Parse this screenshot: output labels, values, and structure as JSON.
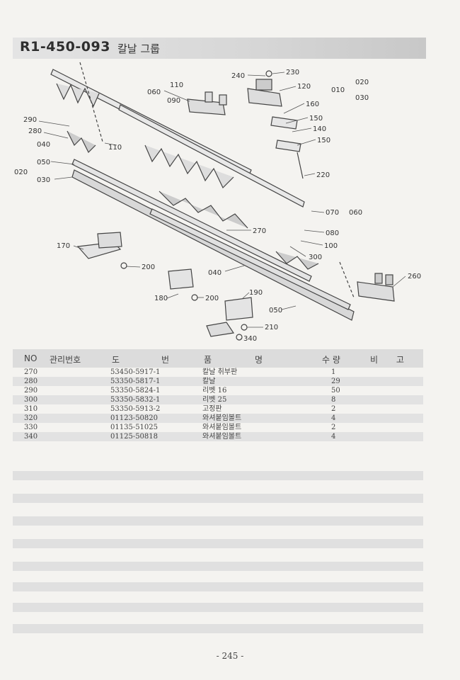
{
  "header": {
    "code": "R1-450-093",
    "name": "칼날 그룹"
  },
  "table": {
    "headers": {
      "no": "NO",
      "mgmt": "관리번호",
      "do": "도",
      "beon": "번",
      "pum": "품",
      "myeong": "명",
      "sury": "수 량",
      "bigo": "비 고"
    },
    "rows": [
      {
        "no": "270",
        "part": "53450-5917-1",
        "name": "칼날 취부판",
        "qty": "1"
      },
      {
        "no": "280",
        "part": "53350-5817-1",
        "name": "칼날",
        "qty": "29"
      },
      {
        "no": "290",
        "part": "53350-5824-1",
        "name": "리벳 16",
        "qty": "50"
      },
      {
        "no": "300",
        "part": "53350-5832-1",
        "name": "리벳 25",
        "qty": "8"
      },
      {
        "no": "310",
        "part": "53350-5913-2",
        "name": "고정판",
        "qty": "2"
      },
      {
        "no": "320",
        "part": "01123-50820",
        "name": "와셔붙임볼트",
        "qty": "4"
      },
      {
        "no": "330",
        "part": "01135-51025",
        "name": "와셔붙임볼트",
        "qty": "2"
      },
      {
        "no": "340",
        "part": "01125-50818",
        "name": "와셔붙임볼트",
        "qty": "4"
      }
    ]
  },
  "diagram_labels": {
    "l240": "240",
    "l230": "230",
    "l120": "120",
    "l110a": "110",
    "l060a": "060",
    "l090": "090",
    "l010": "010",
    "l020a": "020",
    "l030a": "030",
    "l160": "160",
    "l150a": "150",
    "l140": "140",
    "l150b": "150",
    "l290": "290",
    "l280": "280",
    "l040a": "040",
    "l110b": "110",
    "l050a": "050",
    "l020b": "020",
    "l030b": "030",
    "l220": "220",
    "l070": "070",
    "l060b": "060",
    "l080": "080",
    "l100": "100",
    "l270": "270",
    "l170": "170",
    "l300": "300",
    "l200a": "200",
    "l040b": "040",
    "l260": "260",
    "l180": "180",
    "l200b": "200",
    "l190": "190",
    "l050b": "050",
    "l210": "210",
    "l340": "340"
  },
  "page_number": "- 245 -"
}
